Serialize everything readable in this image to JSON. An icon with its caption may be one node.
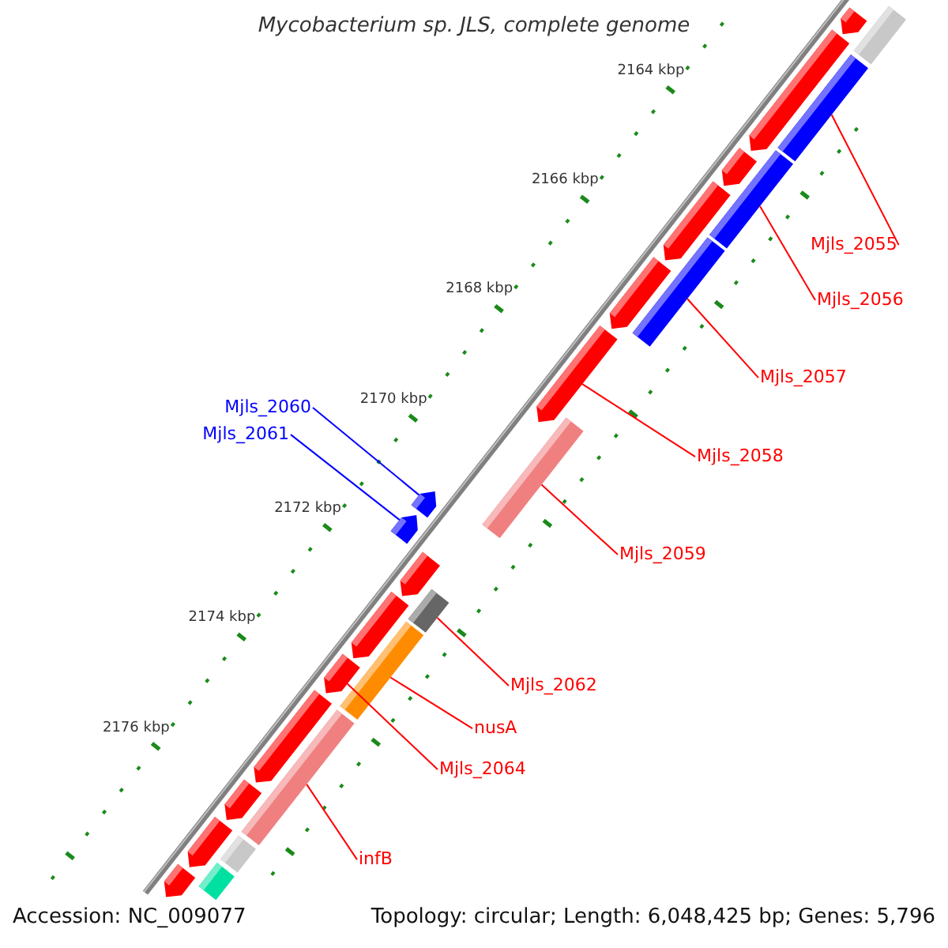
{
  "diagram": {
    "title": "Mycobacterium sp. JLS, complete genome",
    "nodes": [
      {
        "text": [
          "Mjls_2055"
        ]
      },
      {
        "text": [
          "Mjls_2056"
        ]
      },
      {
        "text": [
          "Mjls_2057"
        ]
      },
      {
        "text": [
          "Mjls_2060"
        ]
      },
      {
        "text": [
          "Mjls_2061"
        ]
      },
      {
        "text": [
          "Mjls_2058"
        ]
      },
      {
        "text": [
          "Mjls_2059"
        ]
      },
      {
        "text": [
          "Mjls_2062"
        ]
      },
      {
        "text": [
          "nusA"
        ]
      },
      {
        "text": [
          "Mjls_2064"
        ]
      },
      {
        "text": [
          "infB"
        ]
      },
      {
        "text": [],
        "shape": "bar"
      },
      {
        "text": [],
        "shape": "bar"
      },
      {
        "text": [],
        "shape": "bar"
      },
      {
        "text": [],
        "shape": "pentagon"
      },
      {
        "text": [],
        "shape": "bar"
      },
      {
        "text": [],
        "shape": "pentagon"
      },
      {
        "text": [],
        "shape": "pentagon"
      },
      {
        "text": [],
        "shape": "bar"
      },
      {
        "text": [],
        "shape": "bar"
      },
      {
        "text": [],
        "shape": "pentagon"
      },
      {
        "text": [],
        "shape": "bar"
      },
      {
        "text": [],
        "shape": "pentagon"
      },
      {
        "text": [],
        "shape": "pentagon"
      },
      {
        "text": [],
        "shape": "pentagon"
      },
      {
        "text": [],
        "shape": "pentagon"
      },
      {
        "text": [],
        "shape": "pentagon"
      },
      {
        "text": [],
        "shape": "pentagon"
      },
      {
        "text": [],
        "shape": "pentagon"
      },
      {
        "text": [],
        "shape": "pentagon"
      },
      {
        "text": [],
        "shape": "pentagon"
      },
      {
        "text": [],
        "shape": "pentagon"
      },
      {
        "text": [],
        "shape": "pentagon"
      },
      {
        "text": [],
        "shape": "bar"
      },
      {
        "text": [],
        "shape": "bar"
      },
      {
        "text": [],
        "shape": "bar"
      }
    ],
    "edges": [
      {
        "from": 0,
        "to": 11,
        "arrow": "none"
      },
      {
        "from": 1,
        "to": 12,
        "arrow": "none"
      },
      {
        "from": 2,
        "to": 13,
        "arrow": "none"
      },
      {
        "from": 3,
        "to": 16,
        "arrow": "none",
        "color": "#0000ff"
      },
      {
        "from": 4,
        "to": 17,
        "arrow": "none",
        "color": "#0000ff"
      },
      {
        "from": 5,
        "to": 14,
        "arrow": "none"
      },
      {
        "from": 6,
        "to": 15,
        "arrow": "none"
      },
      {
        "from": 7,
        "to": 18,
        "arrow": "none"
      },
      {
        "from": 8,
        "to": 19,
        "arrow": "none"
      },
      {
        "from": 9,
        "to": 20,
        "arrow": "none"
      },
      {
        "from": 10,
        "to": 21,
        "arrow": "none"
      }
    ],
    "labels": [
      "2164 kbp",
      "2166 kbp",
      "2168 kbp",
      "2170 kbp",
      "2172 kbp",
      "2174 kbp",
      "2176 kbp",
      "Accession: NC_009077",
      "Topology: circular; Length: 6,048,425 bp; Genes: 5,796"
    ]
  }
}
